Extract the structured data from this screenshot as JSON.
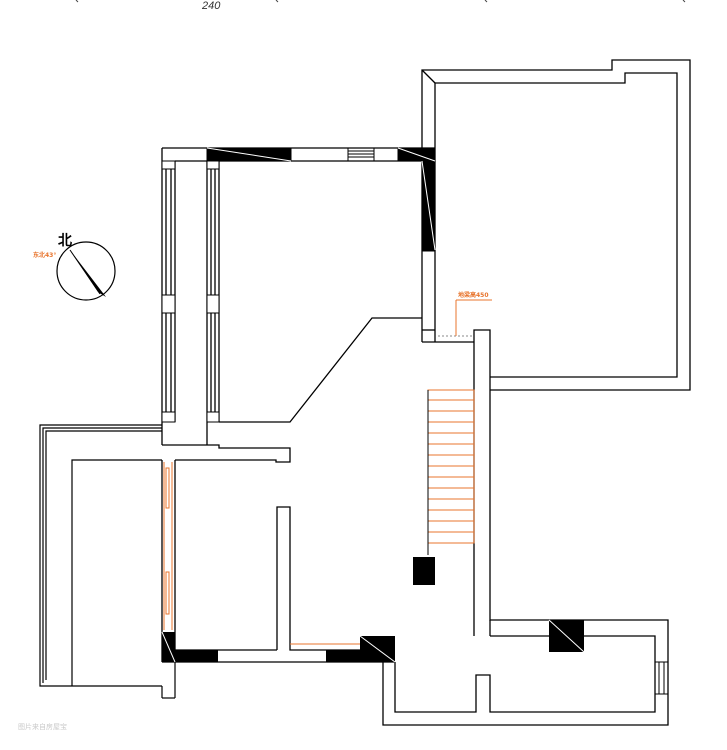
{
  "top_dimension": "240",
  "compass": {
    "north_label": "北",
    "angle_label": "东北43°"
  },
  "annotation": {
    "label": "地梁高450"
  },
  "footer": {
    "text": "图片来自房屋宝"
  },
  "colors": {
    "wall": "#000000",
    "solid_block": "#000000",
    "annotation": "#e8742c"
  },
  "icons": [
    "compass-icon",
    "stair-icon",
    "window-icon",
    "column-icon"
  ]
}
